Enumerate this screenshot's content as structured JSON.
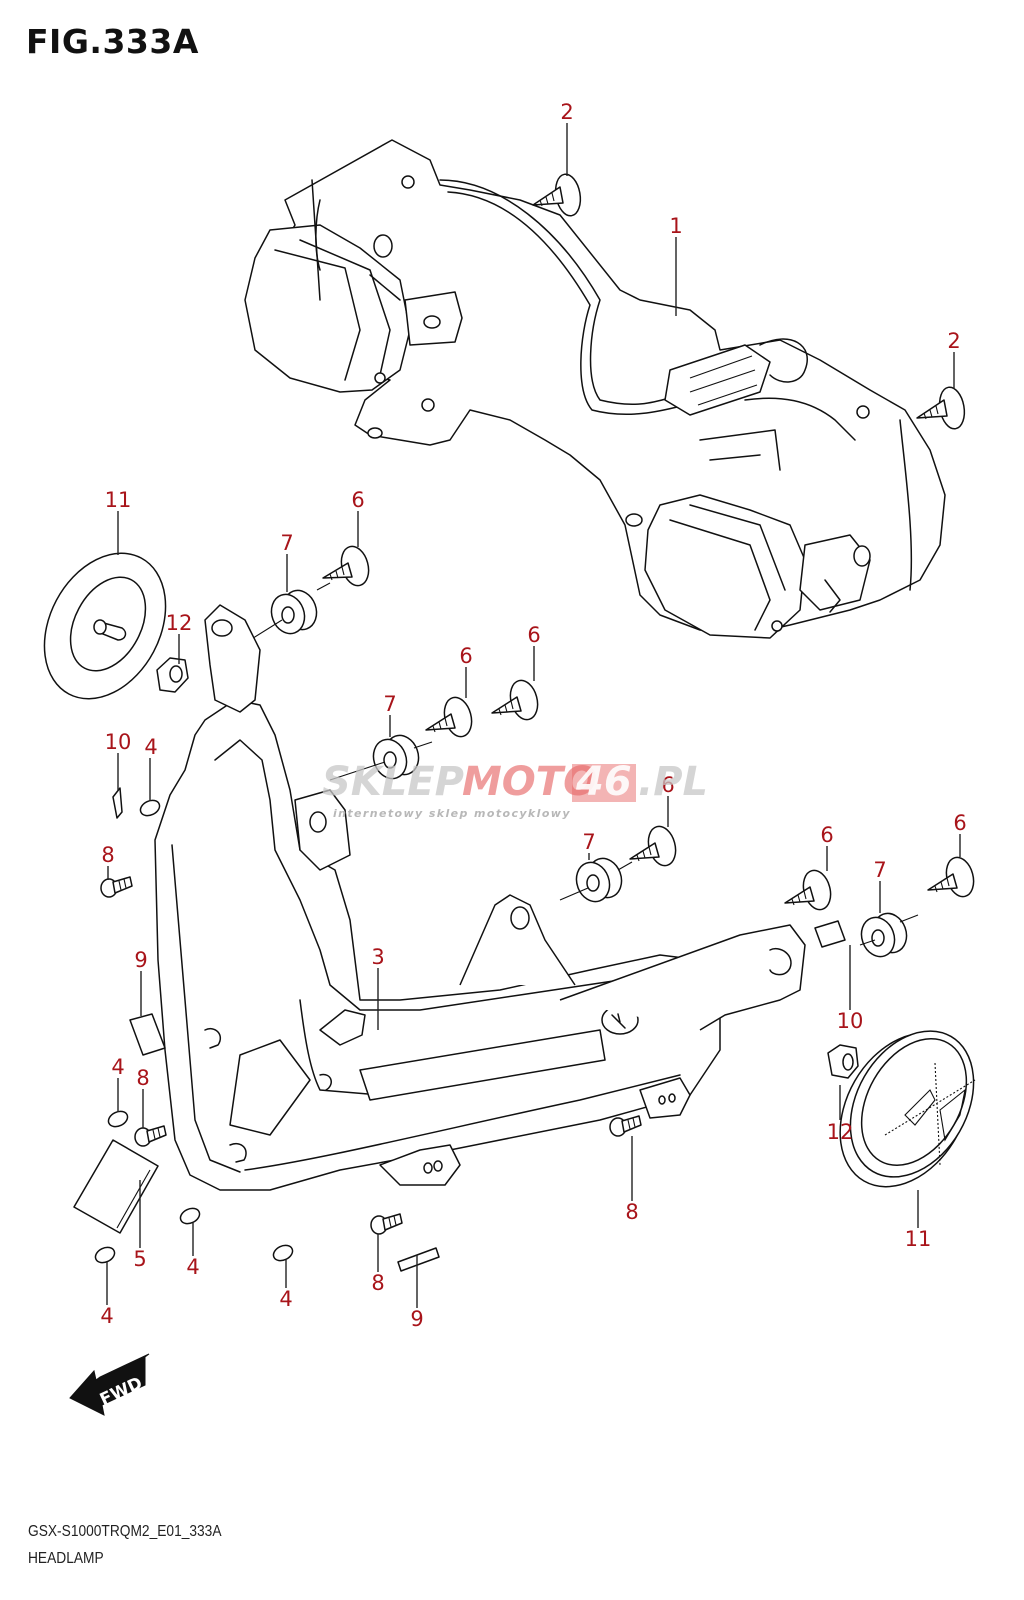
{
  "figure": {
    "title": "FIG.333A",
    "model_code": "GSX-S1000TRQM2_E01_333A",
    "section_name": "HEADLAMP"
  },
  "watermark": {
    "brand_gray": "SKLEP",
    "brand_red_1": "MOTO",
    "brand_red_2": "46",
    "domain_suffix": ".PL",
    "tagline": "internetowy sklep motocyklowy"
  },
  "orientation_badge": {
    "label": "FWD",
    "icon": "forward-arrow-icon"
  },
  "colors": {
    "callout": "#a8141a",
    "line": "#111111",
    "watermark_gray": "#c8c8c8",
    "watermark_red": "#e86a6a"
  },
  "parts": [
    {
      "ref": "1",
      "name": "headlamp-assembly"
    },
    {
      "ref": "2",
      "name": "screw"
    },
    {
      "ref": "3",
      "name": "clip"
    },
    {
      "ref": "4",
      "name": "cushion"
    },
    {
      "ref": "5",
      "name": "pad"
    },
    {
      "ref": "6",
      "name": "screw"
    },
    {
      "ref": "7",
      "name": "grommet"
    },
    {
      "ref": "8",
      "name": "screw"
    },
    {
      "ref": "9",
      "name": "cushion"
    },
    {
      "ref": "10",
      "name": "cushion"
    },
    {
      "ref": "11",
      "name": "cap"
    },
    {
      "ref": "12",
      "name": "nut"
    }
  ],
  "callouts": [
    {
      "label": "2"
    },
    {
      "label": "1"
    },
    {
      "label": "2"
    },
    {
      "label": "11"
    },
    {
      "label": "6"
    },
    {
      "label": "7"
    },
    {
      "label": "12"
    },
    {
      "label": "6"
    },
    {
      "label": "6"
    },
    {
      "label": "7"
    },
    {
      "label": "10"
    },
    {
      "label": "4"
    },
    {
      "label": "6"
    },
    {
      "label": "8"
    },
    {
      "label": "7"
    },
    {
      "label": "6"
    },
    {
      "label": "7"
    },
    {
      "label": "6"
    },
    {
      "label": "9"
    },
    {
      "label": "3"
    },
    {
      "label": "10"
    },
    {
      "label": "4"
    },
    {
      "label": "8"
    },
    {
      "label": "12"
    },
    {
      "label": "5"
    },
    {
      "label": "4"
    },
    {
      "label": "8"
    },
    {
      "label": "11"
    },
    {
      "label": "4"
    },
    {
      "label": "8"
    },
    {
      "label": "4"
    },
    {
      "label": "9"
    }
  ]
}
